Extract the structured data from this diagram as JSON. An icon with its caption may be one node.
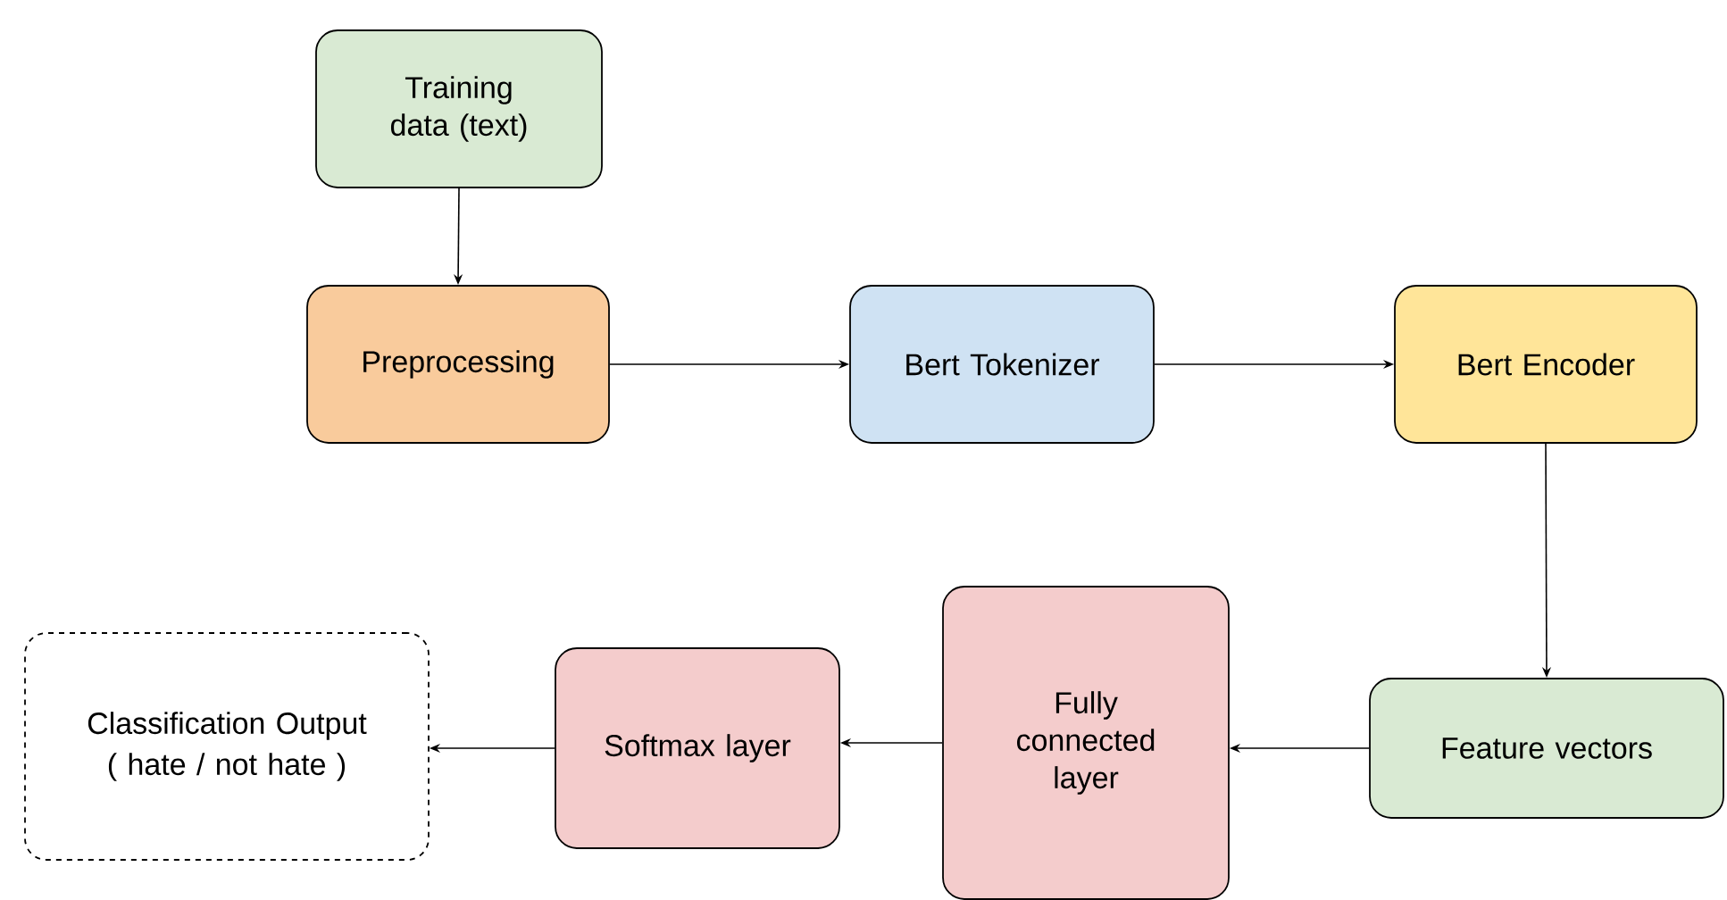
{
  "diagram": {
    "nodes": [
      {
        "text": [
          "Training data (text)"
        ]
      },
      {
        "text": [
          "Preprocessing"
        ]
      },
      {
        "text": [
          "Bert Tokenizer"
        ]
      },
      {
        "text": [
          "Bert Encoder"
        ]
      },
      {
        "text": [
          "Feature vectors"
        ]
      },
      {
        "text": [
          "Fully connected layer"
        ]
      },
      {
        "text": [
          "Softmax layer"
        ]
      },
      {
        "text": [
          "Classification Output",
          "( hate / not hate )"
        ]
      }
    ],
    "edges": [
      {
        "from": 0,
        "to": 1,
        "arrow": "to"
      },
      {
        "from": 1,
        "to": 2,
        "arrow": "to"
      },
      {
        "from": 2,
        "to": 3,
        "arrow": "to"
      },
      {
        "from": 3,
        "to": 4,
        "arrow": "to"
      },
      {
        "from": 4,
        "to": 5,
        "arrow": "to"
      },
      {
        "from": 5,
        "to": 6,
        "arrow": "to"
      },
      {
        "from": 6,
        "to": 7,
        "arrow": "to"
      }
    ]
  }
}
